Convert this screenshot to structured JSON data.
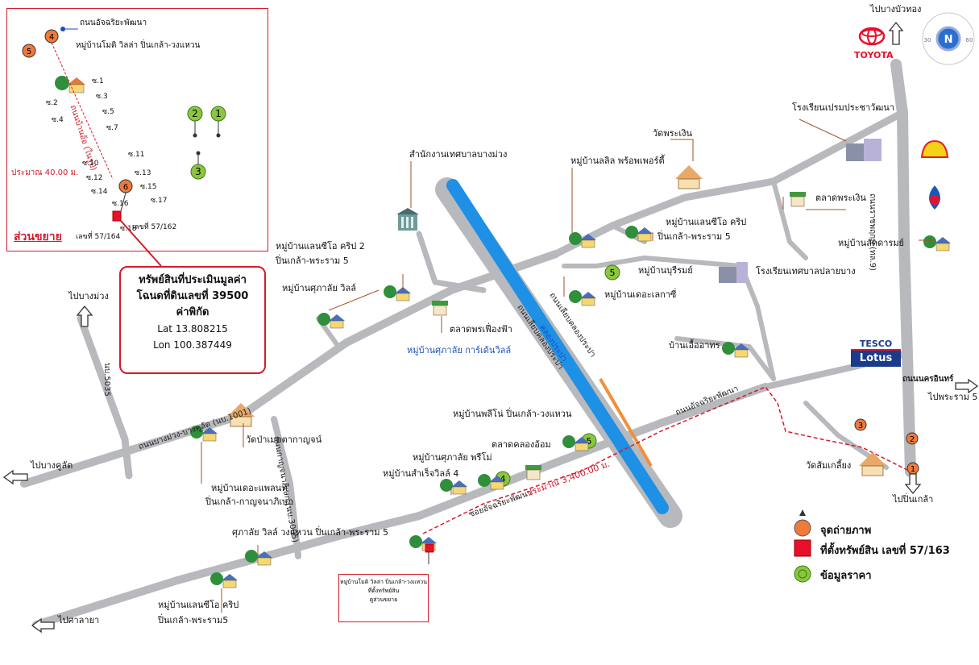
{
  "colors": {
    "road": "#b7b9bd",
    "canal": "#1e90e6",
    "photo_point": "#ef7a3a",
    "property": "#e8102a",
    "price_info": "#8cc63f",
    "frame": "#d31b2a",
    "route": "#d31b2a"
  },
  "inset": {
    "title": "ส่วนขยาย",
    "top_road": "ถนนอัจฉริยะพัฒนา",
    "village": "หมู่บ้านโมดิ วิลล่า ปิ่นเกล้า-วงแหวน",
    "distance": "ประมาณ 40.00 ม.",
    "property_left": "เลขที่ 57/164",
    "property_right": "เลขที่ 57/162",
    "photo_points": [
      "4",
      "5",
      "6"
    ],
    "price_points": [
      "1",
      "2",
      "3"
    ],
    "alleys": [
      "ซ.1",
      "ซ.2",
      "ซ.3",
      "ซ.4",
      "ซ.5",
      "ซ.7",
      "ซ.10",
      "ซ.11",
      "ซ.12",
      "ซ.13",
      "ซ.14",
      "ซ.15",
      "ซ.16",
      "ซ.17",
      "ซ.18"
    ],
    "road_vertical": "ถนนบ้านอ้อ (ในรูป)"
  },
  "info_box": {
    "title": "ทรัพย์สินที่ประเมินมูลค่า",
    "deed": "โฉนดที่ดินเลขที่ 39500",
    "coord_title": "ค่าพิกัด",
    "lat": "Lat 13.808215",
    "lon": "Lon 100.387449"
  },
  "directions": {
    "north": "ไปบางบัวทอง",
    "bang_muang": "ไปบางม่วง",
    "bang_khu_wat": "ไปบางคูลัด",
    "salaya": "ไปศาลายา",
    "pinklao": "ไปปิ่นเกล้า",
    "rama5": "ไปพระราม 5"
  },
  "roads": {
    "ratchaphruek": "ถนนราชพฤกษ์ (ทล.9)",
    "nakhon_in": "ถนนนครอินทร์",
    "achariya": "ถนนอัจฉริยะพัฒนา",
    "achariya_soi": "ซอยอัจฉริยะพัฒนา",
    "bang_muang_bang_khu_wat": "ถนนบางม่วง-บางคูลัด (นบ.1001)",
    "nb5035": "นบ.5035",
    "khlong_road_left": "ถนนเลียบคลองประปา",
    "khlong_road_right": "ถนนเลียบคลองประปา",
    "khlong": "คลองประปา",
    "kanchana_road": "ถนนกาญจนาภิเษก (นบ.3005)"
  },
  "labels": {
    "office": "สำนักงานเทศบาลบางม่วง",
    "wat_phra_ngoen": "วัดพระเงิน",
    "school_prem": "โรงเรียนเปรมประชาวัฒนา",
    "market_phra_ngoen": "ตลาดพระเงิน",
    "lalil": "หมู่บ้านลลิล พร้อพเพอร์ตี้",
    "land_city_rama5": "หมู่บ้านแลนซีโอ คริป",
    "land_city_rama5_b": "ปิ่นเกล้า-พระราม 5",
    "land_city2": "หมู่บ้านแลนซีโอ คริป 2",
    "land_city2_b": "ปิ่นเกล้า-พระราม 5",
    "burirom": "หมู่บ้านบุรีรมย์",
    "the_legacy": "หมู่บ้านเดอะเลกาซี่",
    "school_municipal": "โรงเรียนเทศบาลปลายบาง",
    "ladda": "หมู่บ้านลัดดารมย์",
    "supalai_ville": "หมู่บ้านศุภาลัย วิลล์",
    "market_fueangfa": "ตลาดพรเฟื่องฟ้า",
    "supalai_garden": "หมู่บ้านศุภาลัย การ์เด้นวิลล์",
    "ban_uea": "บ้านเอื้ออาทร",
    "pleno": "หมู่บ้านพลีโน่ ปิ่นเกล้า-วงแหวน",
    "supalai_primo": "หมู่บ้านศุภาลัย พรีโม่",
    "market_klongom": "ตลาดคลองอ้อม",
    "samret": "หมู่บ้านสำเร็จวิลล์ 4",
    "wat_pa": "วัดป่าเมตตากาญจน์",
    "the_plant": "หมู่บ้านเดอะแพลนท์",
    "the_plant_b": "ปิ่นเกล้า-กาญจนาภิเษก",
    "supalai_villa_ring": "ศุภาลัย วิลล์ วงแหวน ปิ่นเกล้า-พระราม 5",
    "land_city_salaya": "หมู่บ้านแลนซีโอ คริป",
    "land_city_salaya_b": "ปิ่นเกล้า-พระราม5",
    "wat_som": "วัดส้มเกลี้ยง",
    "distance": "ประมาณ 3,400.00 ม.",
    "small_box_1": "หมู่บ้านโมดิ วิลล่า ปิ่นเกล้า-วงแหวน",
    "small_box_2": "ที่ตั้งทรัพย์สิน",
    "small_box_3": "ดูส่วนขยาย"
  },
  "brands": {
    "toyota": "TOYOTA",
    "tesco": "TESCO",
    "lotus": "Lotus"
  },
  "map_numbers": {
    "p1": "1",
    "p2": "2",
    "p3": "3",
    "g4": "4",
    "g5a": "5",
    "g5b": "5"
  },
  "compass": {
    "letter": "N",
    "w": "30",
    "e": "60"
  },
  "legend": {
    "photo": "จุดถ่ายภาพ",
    "property": "ที่ตั้งทรัพย์สิน เลขที่ 57/163",
    "price": "ข้อมูลราคา"
  }
}
